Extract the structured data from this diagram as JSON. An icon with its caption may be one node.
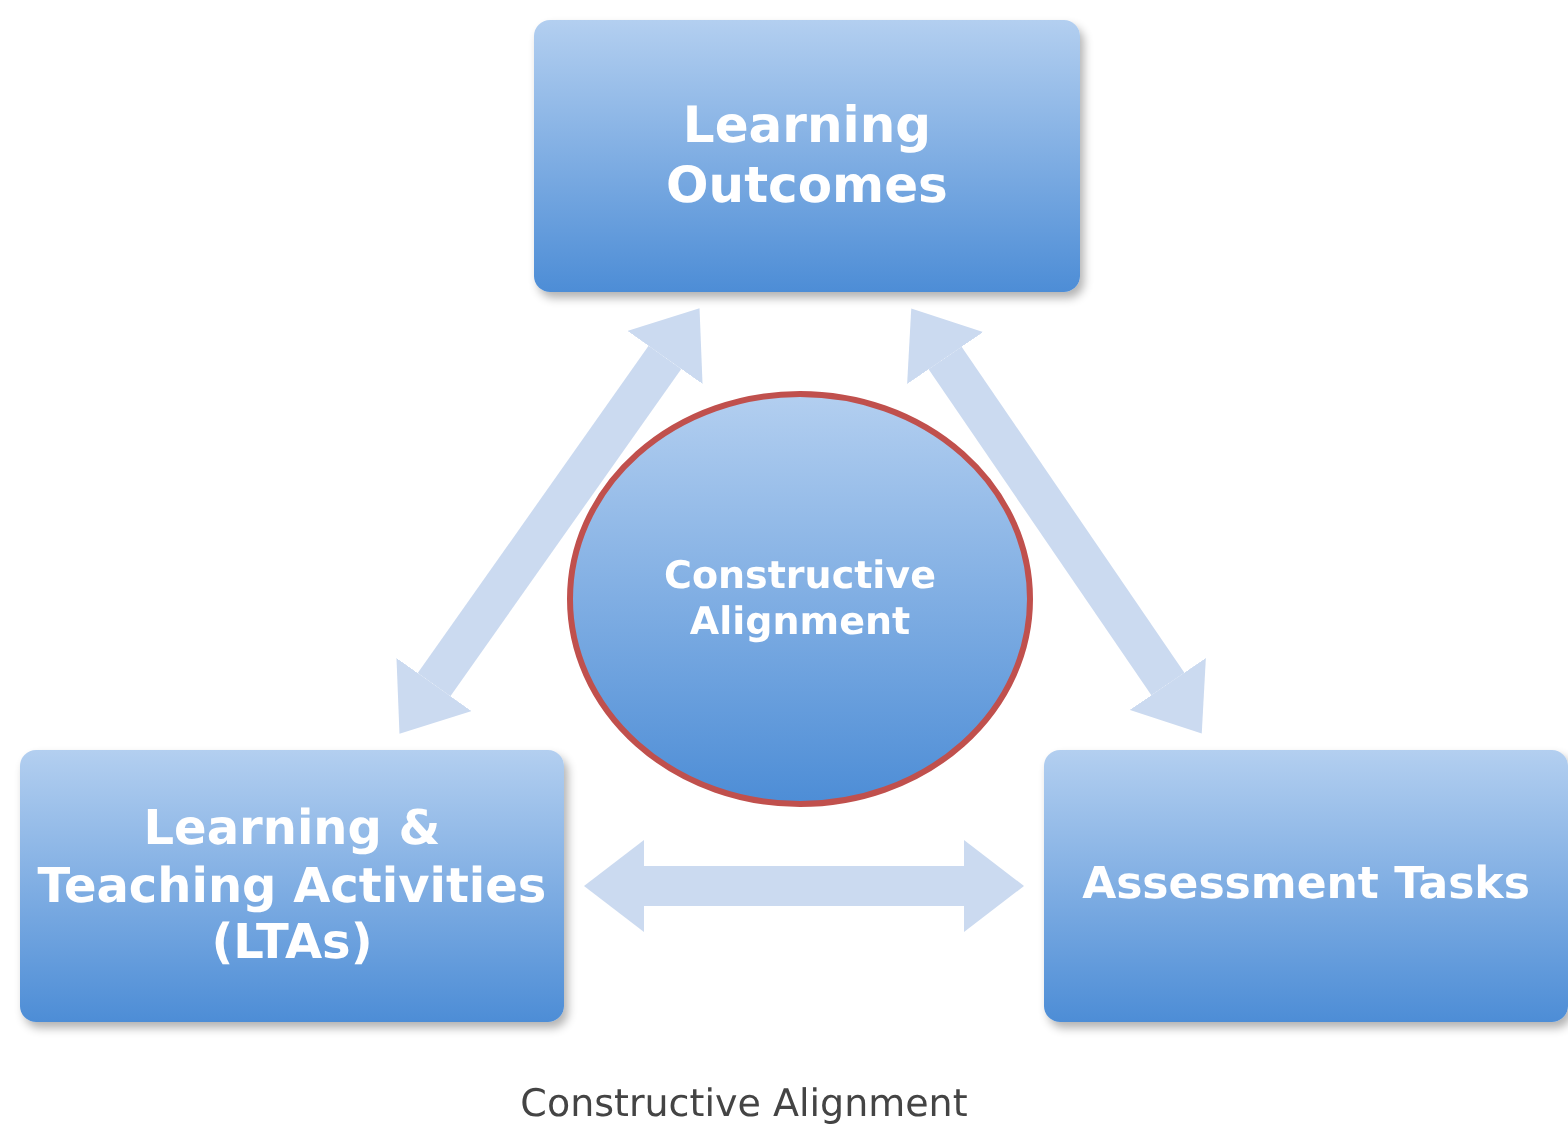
{
  "diagram": {
    "caption": "Constructive Alignment",
    "nodes": [
      {
        "text": [
          "Learning Outcomes"
        ]
      },
      {
        "text": [
          "Constructive Alignment"
        ]
      },
      {
        "text": [
          "Learning & Teaching Activities (LTAs)"
        ]
      },
      {
        "text": [
          "Assessment Tasks"
        ]
      }
    ],
    "edges": [
      {
        "from": 0,
        "to": 2,
        "arrow": "both"
      },
      {
        "from": 0,
        "to": 3,
        "arrow": "both"
      },
      {
        "from": 2,
        "to": 3,
        "arrow": "both"
      }
    ]
  }
}
